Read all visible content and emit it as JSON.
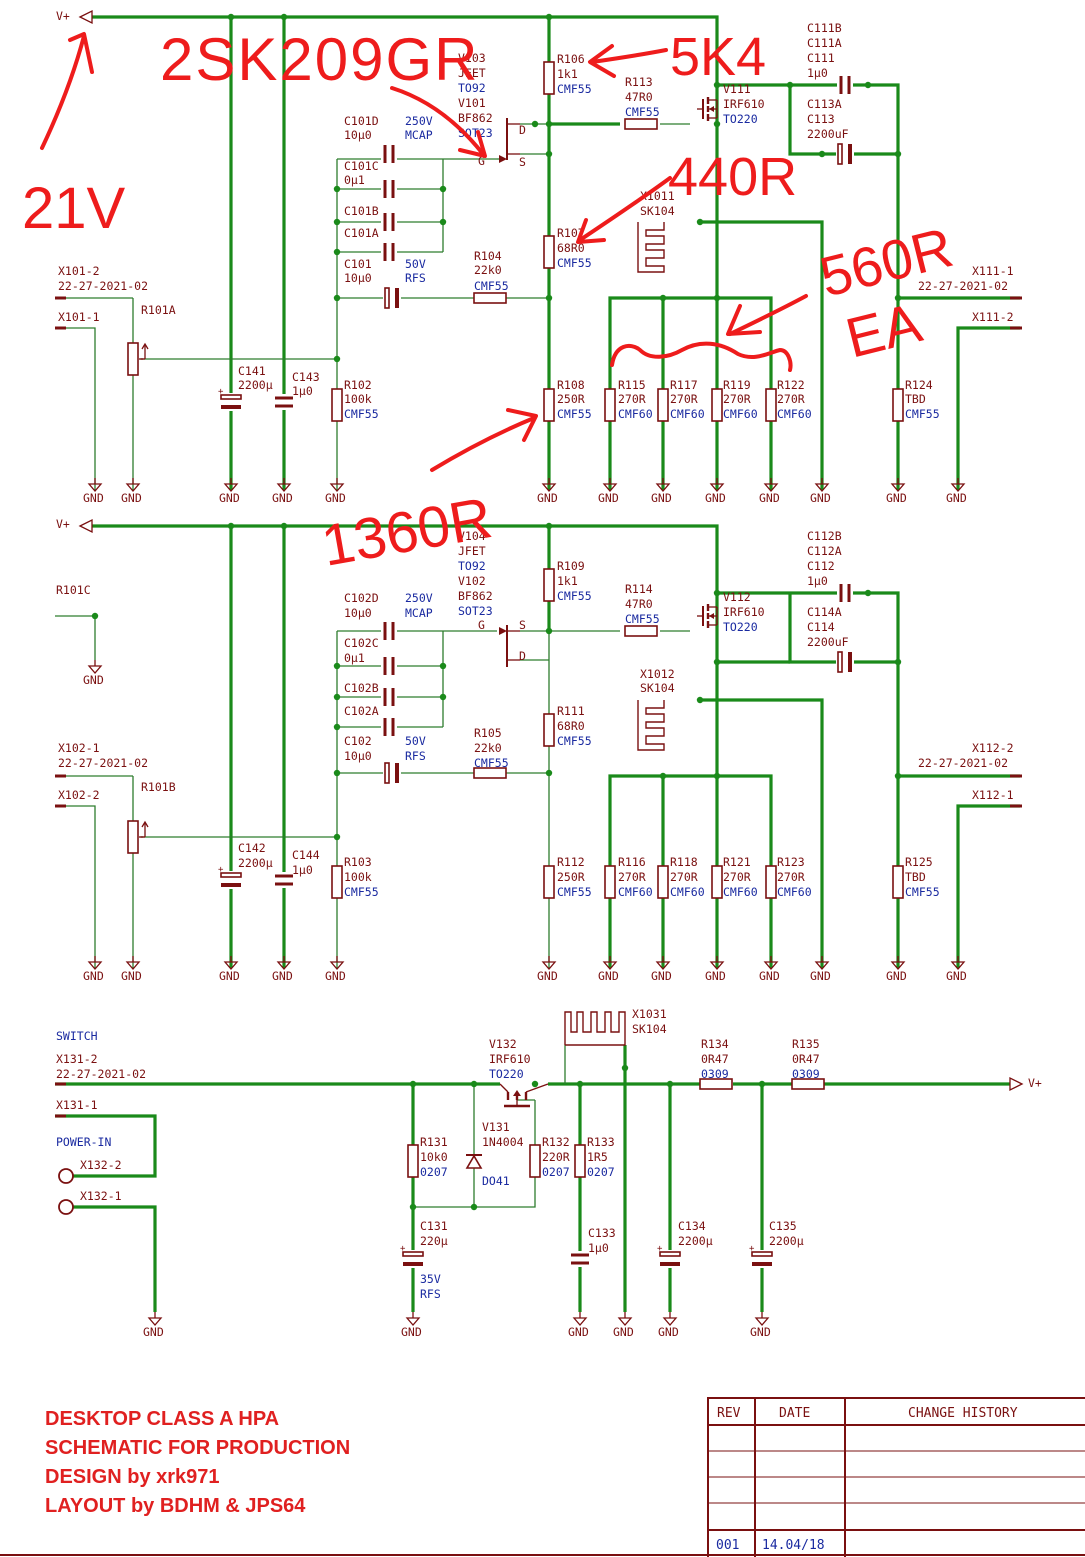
{
  "colors": {
    "wire_power": "#1a8a1a",
    "wire_signal": "#2e7d2e",
    "part": "#7a1010",
    "package": "#1a2aa0",
    "annotation": "#ee1c1c",
    "title": "#e02020"
  },
  "nets": {
    "vplus": "V+",
    "gnd": "GND",
    "switch": "SWITCH",
    "power_in": "POWER-IN"
  },
  "ch1": {
    "x101_2": "X101-2",
    "x101_date": "22-27-2021-02",
    "x101_1": "X101-1",
    "r101a": "R101A",
    "c101d": "C101D",
    "c101d_v": "10µ0",
    "c101d_rating": "250V",
    "c101d_pkg": "MCAP",
    "c101c": "C101C",
    "c101c_v": "0µ1",
    "c101b": "C101B",
    "c101a": "C101A",
    "c101": "C101",
    "c101_v": "10µ0",
    "c101_rating": "50V",
    "c101_pkg": "RFS",
    "r104": "R104",
    "r104_v": "22k0",
    "r104_pkg": "CMF55",
    "v103": "V103",
    "v103_t": "JFET",
    "v103_pkg": "TO92",
    "v101": "V101",
    "v101_t": "BF862",
    "v101_pkg": "SOT23",
    "d": "D",
    "g": "G",
    "s": "S",
    "r106": "R106",
    "r106_v": "1k1",
    "r106_pkg": "CMF55",
    "r113": "R113",
    "r113_v": "47R0",
    "r113_pkg": "CMF55",
    "v111": "V111",
    "v111_t": "IRF610",
    "v111_pkg": "TO220",
    "c111b": "C111B",
    "c111a": "C111A",
    "c111": "C111",
    "c111_v": "1µ0",
    "c113a": "C113A",
    "c113": "C113",
    "c113_v": "2200uF",
    "x1011": "X1011",
    "x1011_t": "SK104",
    "r107": "R107",
    "r107_v": "68R0",
    "r107_pkg": "CMF55",
    "x111_1": "X111-1",
    "x111_date": "22-27-2021-02",
    "x111_2": "X111-2",
    "c141": "C141",
    "c141_v": "2200µ",
    "c143": "C143",
    "c143_v": "1µ0",
    "r102": "R102",
    "r102_v": "100k",
    "r102_pkg": "CMF55",
    "r108": "R108",
    "r108_v": "250R",
    "r108_pkg": "CMF55",
    "r115": "R115",
    "r117": "R117",
    "r119": "R119",
    "r122": "R122",
    "r_270": "270R",
    "r_pkg60": "CMF60",
    "r124": "R124",
    "r124_v": "TBD",
    "r124_pkg": "CMF55"
  },
  "ch2": {
    "x102_1": "X102-1",
    "x102_date": "22-27-2021-02",
    "x102_2": "X102-2",
    "r101b": "R101B",
    "r101c": "R101C",
    "c102d": "C102D",
    "c102d_v": "10µ0",
    "c102d_rating": "250V",
    "c102d_pkg": "MCAP",
    "c102c": "C102C",
    "c102c_v": "0µ1",
    "c102b": "C102B",
    "c102a": "C102A",
    "c102": "C102",
    "c102_v": "10µ0",
    "c102_rating": "50V",
    "c102_pkg": "RFS",
    "r105": "R105",
    "r105_v": "22k0",
    "r105_pkg": "CMF55",
    "v104": "V104",
    "v104_t": "JFET",
    "v104_pkg": "TO92",
    "v102": "V102",
    "v102_t": "BF862",
    "v102_pkg": "SOT23",
    "r109": "R109",
    "r109_v": "1k1",
    "r109_pkg": "CMF55",
    "r114": "R114",
    "r114_v": "47R0",
    "r114_pkg": "CMF55",
    "v112": "V112",
    "v112_t": "IRF610",
    "v112_pkg": "TO220",
    "c112b": "C112B",
    "c112a": "C112A",
    "c112": "C112",
    "c112_v": "1µ0",
    "c114a": "C114A",
    "c114": "C114",
    "c114_v": "2200uF",
    "x1012": "X1012",
    "x1012_t": "SK104",
    "r111": "R111",
    "r111_v": "68R0",
    "r111_pkg": "CMF55",
    "x112_2": "X112-2",
    "x112_date": "22-27-2021-02",
    "x112_1": "X112-1",
    "c142": "C142",
    "c142_v": "2200µ",
    "c144": "C144",
    "c144_v": "1µ0",
    "r103": "R103",
    "r103_v": "100k",
    "r103_pkg": "CMF55",
    "r112": "R112",
    "r112_v": "250R",
    "r112_pkg": "CMF55",
    "r116": "R116",
    "r118": "R118",
    "r121": "R121",
    "r123": "R123",
    "r125": "R125",
    "r125_v": "TBD",
    "r125_pkg": "CMF55"
  },
  "psu": {
    "x131_2": "X131-2",
    "x131_date": "22-27-2021-02",
    "x131_1": "X131-1",
    "x132_2": "X132-2",
    "x132_1": "X132-1",
    "v132": "V132",
    "v132_t": "IRF610",
    "v132_pkg": "TO220",
    "x1031": "X1031",
    "x1031_t": "SK104",
    "r134": "R134",
    "r134_v": "0R47",
    "r134_pkg": "0309",
    "r135": "R135",
    "r135_v": "0R47",
    "r135_pkg": "0309",
    "r131": "R131",
    "r131_v": "10k0",
    "r131_pkg": "0207",
    "v131": "V131",
    "v131_t": "1N4004",
    "v131_pkg": "DO41",
    "r132": "R132",
    "r132_v": "220R",
    "r132_pkg": "0207",
    "r133": "R133",
    "r133_v": "1R5",
    "r133_pkg": "0207",
    "c131": "C131",
    "c131_v": "220µ",
    "c131_rating": "35V",
    "c131_pkg": "RFS",
    "c133": "C133",
    "c133_v": "1µ0",
    "c134": "C134",
    "c134_v": "2200µ",
    "c135": "C135",
    "c135_v": "2200µ"
  },
  "title_block": {
    "line1": "DESKTOP CLASS A HPA",
    "line2": "SCHEMATIC FOR PRODUCTION",
    "line3": "DESIGN by xrk971",
    "line4": "LAYOUT by BDHM & JPS64",
    "rev_header": "REV",
    "date_header": "DATE",
    "history_header": "CHANGE HISTORY",
    "rev": "001",
    "date": "14.04/18"
  },
  "annotations": {
    "jfet": "2SK209GR",
    "r106": "5K4",
    "supply": "21V",
    "r107": "440R",
    "load": "560R",
    "load2": "EA",
    "r108": "1360R"
  }
}
